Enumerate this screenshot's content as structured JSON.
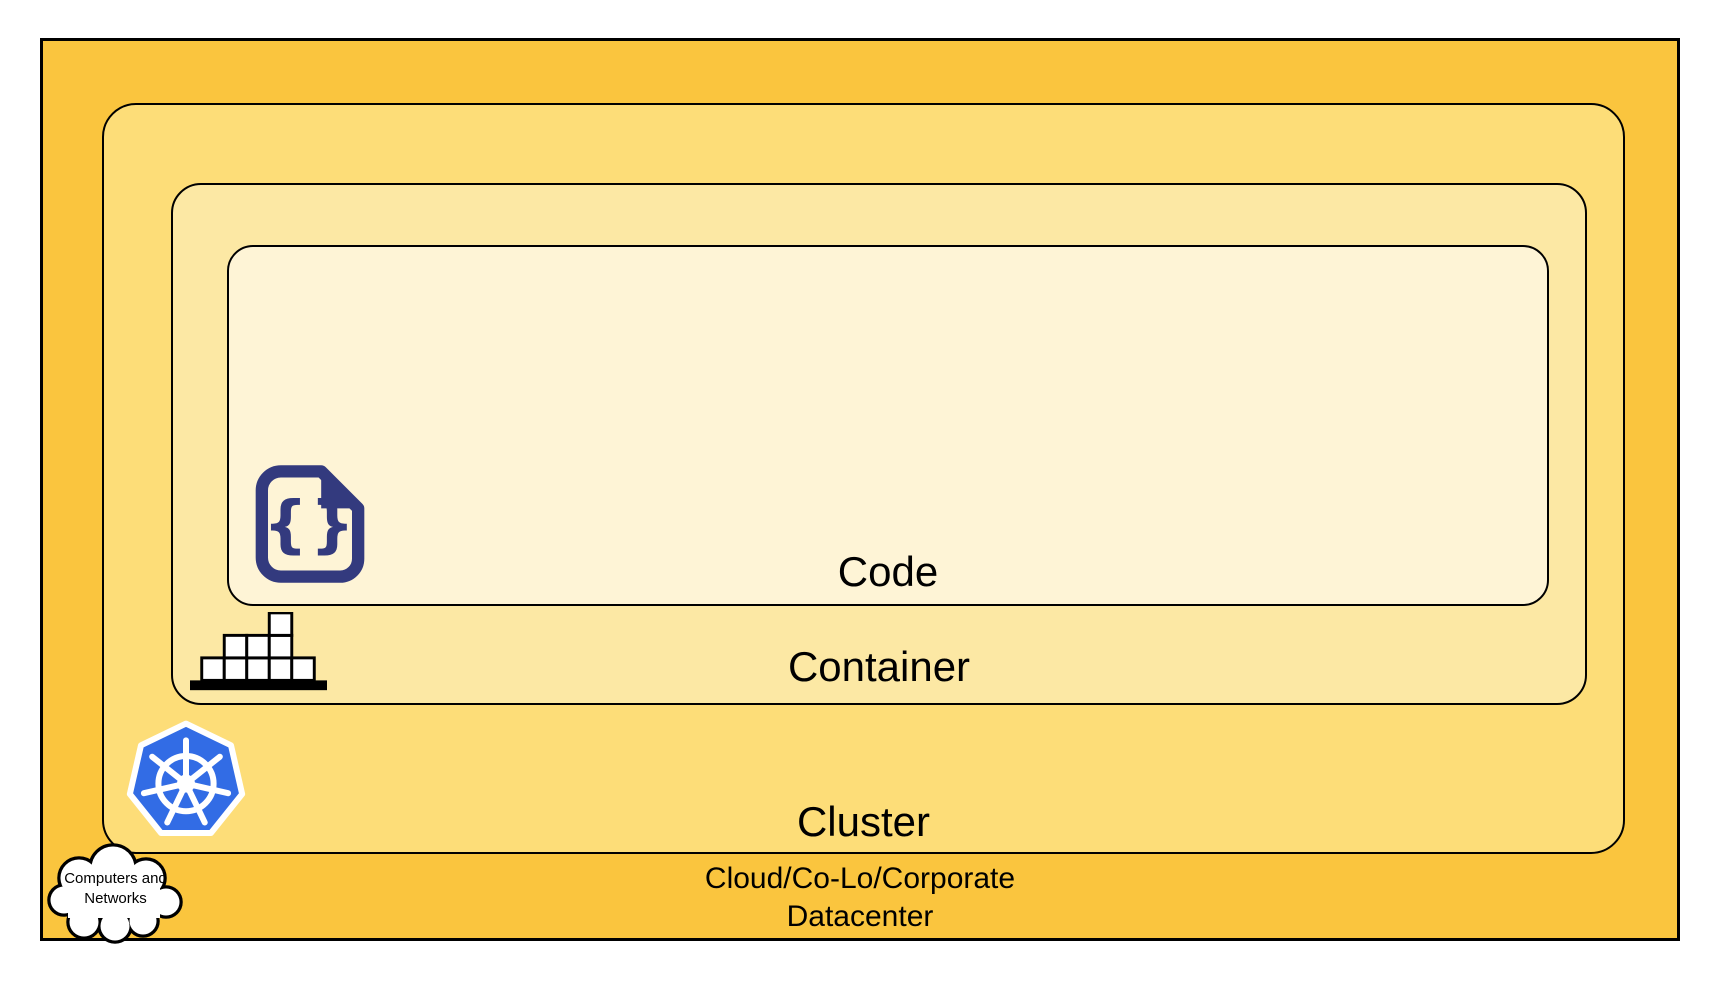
{
  "layers": {
    "datacenter": {
      "label_line1": "Cloud/Co-Lo/Corporate",
      "label_line2": "Datacenter",
      "fill": "#FAC53E"
    },
    "cluster": {
      "label": "Cluster",
      "fill": "#FDDD78"
    },
    "container": {
      "label": "Container",
      "fill": "#FCE8A4"
    },
    "code": {
      "label": "Code",
      "fill": "#FEF4D6"
    }
  },
  "icons": {
    "kubernetes_logo": {
      "color": "#326CE5",
      "wheel_color": "#FFFFFF"
    },
    "code_file": {
      "color": "#333A7E",
      "glyph": "{}"
    },
    "container_bricks": {
      "color": "#000000",
      "brick_fill": "#FFFFFF"
    },
    "cloud_shape": {
      "stroke": "#000000",
      "fill": "#FFFFFF"
    }
  },
  "cloud_callout": {
    "line1": "Computers and",
    "line2": "Networks"
  }
}
